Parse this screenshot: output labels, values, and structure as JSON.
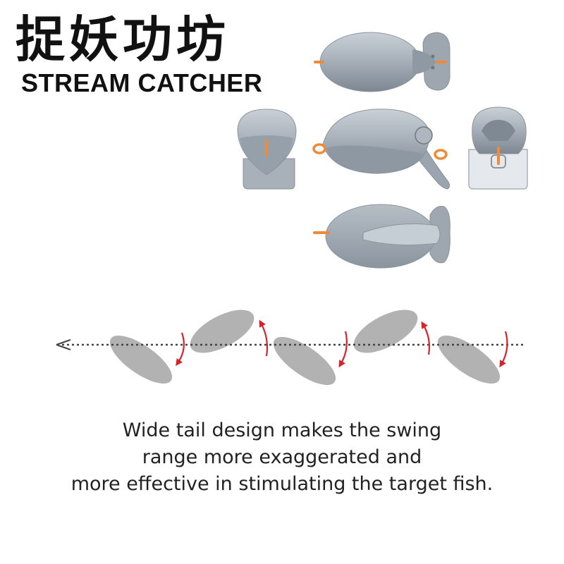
{
  "brand": {
    "name_cn": "捉妖功坊",
    "name_en": "STREAM CATCHER"
  },
  "figure": {
    "lure_views": [
      "top-view",
      "front-view",
      "side-view",
      "rear-view",
      "bottom-view"
    ],
    "body_color": "#a6afb8",
    "ring_color": "#ee8a3a",
    "swing_shape_color": "#b2b2b2",
    "swing_arrow_color": "#d8222a"
  },
  "caption": {
    "lines": [
      "Wide tail design makes the swing",
      "range more exaggerated and",
      "more effective in stimulating the target fish."
    ]
  }
}
